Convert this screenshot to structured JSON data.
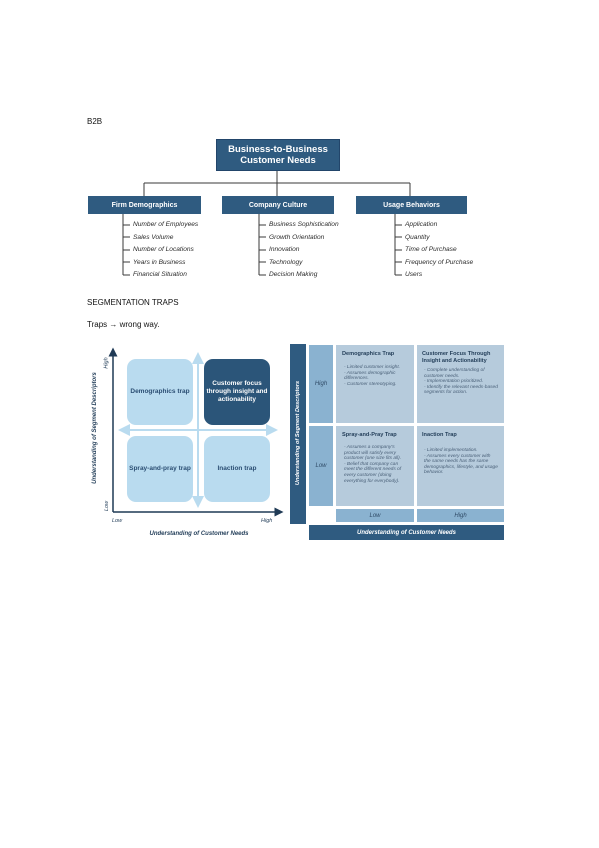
{
  "heading_b2b": "B2B",
  "tree": {
    "root": "Business-to-Business Customer Needs",
    "categories": [
      {
        "label": "Firm Demographics",
        "items": [
          "Number of Employees",
          "Sales Volume",
          "Number of Locations",
          "Years in Business",
          "Financial Situation"
        ]
      },
      {
        "label": "Company Culture",
        "items": [
          "Business Sophistication",
          "Growth Orientation",
          "Innovation",
          "Technology",
          "Decision Making"
        ]
      },
      {
        "label": "Usage Behaviors",
        "items": [
          "Application",
          "Quantity",
          "Time of Purchase",
          "Frequency of Purchase",
          "Users"
        ]
      }
    ]
  },
  "heading_traps": "SEGMENTATION TRAPS",
  "traps_line": "Traps → wrong way.",
  "matrix_left": {
    "y_axis_label": "Understanding of Segment Descriptors",
    "x_axis_label": "Understanding of Customer Needs",
    "y_high": "High",
    "y_low": "Low",
    "x_low": "Low",
    "x_high": "High",
    "quadrants": {
      "top_left": "Demographics trap",
      "top_right": "Customer focus through insight and actionability",
      "bottom_left": "Spray-and-pray trap",
      "bottom_right": "Inaction trap"
    }
  },
  "matrix_right": {
    "y_axis_label": "Understanding of Segment Descriptors",
    "x_axis_label": "Understanding of Customer Needs",
    "row_high": "High",
    "row_low": "Low",
    "col_low": "Low",
    "col_high": "High",
    "cells": {
      "top_left": {
        "title": "Demographics Trap",
        "body": "- Limited customer insight.\n- Assumes demographic differences.\n- Customer stereotyping."
      },
      "top_right": {
        "title": "Customer Focus Through Insight and Actionability",
        "body": "- Complete understanding of customer needs.\n- Implementation prioritized.\n- Identify the relevant needs-based segments for action."
      },
      "bottom_left": {
        "title": "Spray-and-Pray Trap",
        "body": "- Assumes a company's product will satisfy every customer (one size fits all).\n- Belief that company can meet the different needs of every customer (doing everything for everybody)."
      },
      "bottom_right": {
        "title": "Inaction Trap",
        "body": "- Limited implementation.\n- Assumes every customer with the same needs has the same demographics, lifestyle, and usage behavior."
      }
    }
  },
  "colors": {
    "dark_blue": "#2f5b80",
    "light_blue": "#b9dbef",
    "table_cell": "#b6cbdc",
    "table_header": "#8ab2d0"
  }
}
